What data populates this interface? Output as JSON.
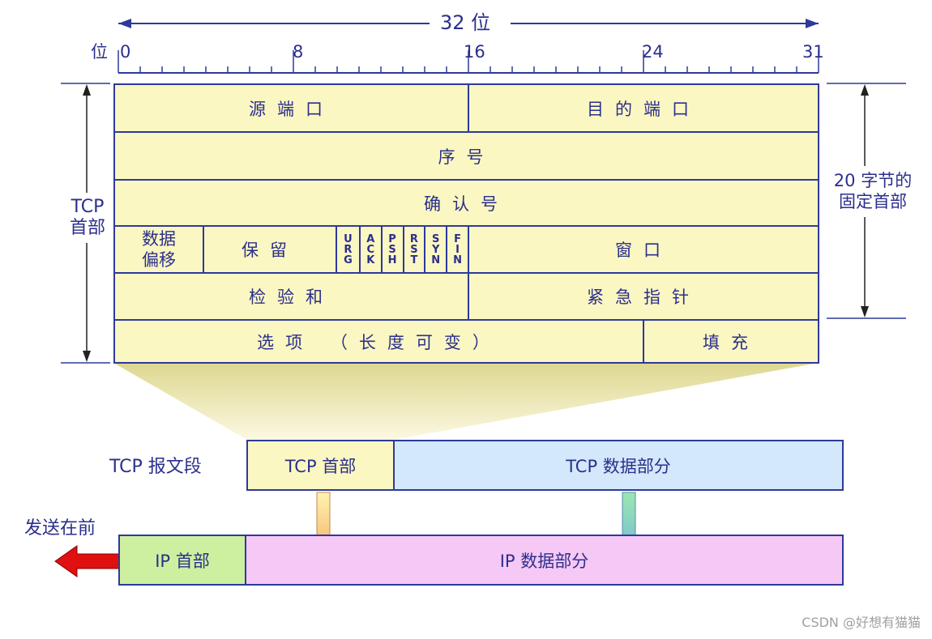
{
  "header": {
    "width_label": "32 位",
    "bit_label": "位",
    "ticks": [
      "0",
      "8",
      "16",
      "24",
      "31"
    ]
  },
  "side": {
    "tcp_header_label": "TCP\n首部",
    "fixed_label": "20 字节的\n固定首部"
  },
  "fields": {
    "src_port": "源端口",
    "dst_port": "目的端口",
    "seq": "序号",
    "ack": "确认号",
    "data_offset": "数据\n偏移",
    "reserved": "保留",
    "flags": [
      "URG",
      "ACK",
      "PSH",
      "RST",
      "SYN",
      "FIN"
    ],
    "window": "窗口",
    "checksum": "检验和",
    "urgent_ptr": "紧急指针",
    "options": "选项 （长度可变）",
    "padding": "填充"
  },
  "segment": {
    "label": "TCP 报文段",
    "tcp_header": "TCP 首部",
    "tcp_data": "TCP 数据部分"
  },
  "ip": {
    "send_first": "发送在前",
    "ip_header": "IP 首部",
    "ip_data": "IP 数据部分"
  },
  "colors": {
    "field_fill": "#fbf7c2",
    "line": "#2d3a9a",
    "tcp_data_fill": "#d3e8fa",
    "ip_header_fill": "#cdf0a0",
    "ip_data_fill": "#f6c8f6",
    "arrow_red": "#e01010"
  },
  "watermark": "CSDN @好想有猫猫"
}
